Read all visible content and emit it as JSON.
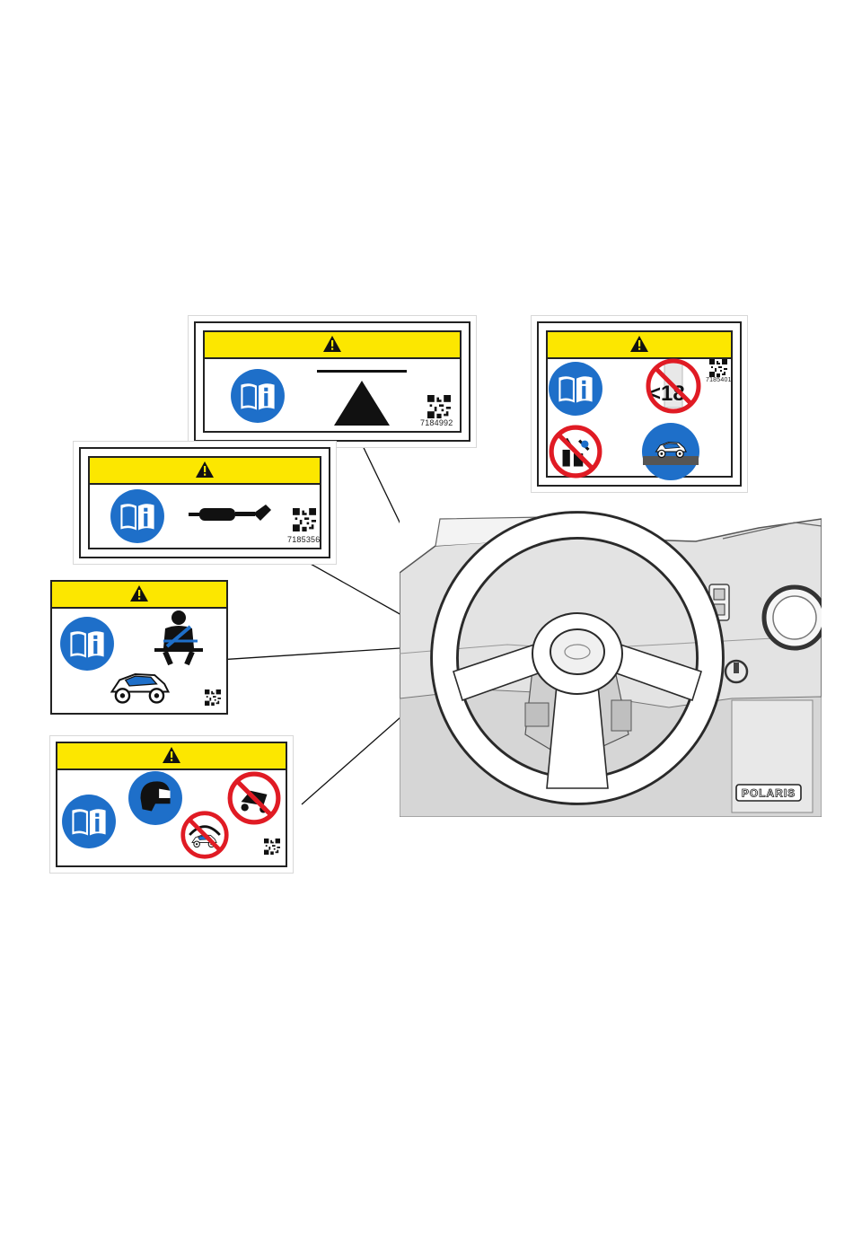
{
  "decals": [
    {
      "id": "top-center",
      "part_number": "7184992"
    },
    {
      "id": "top-right",
      "part_number": "7185401"
    },
    {
      "id": "middle-left",
      "part_number": "7185356"
    },
    {
      "id": "seatbelt",
      "part_number": ""
    },
    {
      "id": "helmet",
      "part_number": ""
    }
  ],
  "icons": {
    "manual": "info-manual-icon",
    "warning": "warning-triangle-icon",
    "weight": "max-weight-triangle-icon",
    "age": "no-under-18-icon",
    "no_alcohol": "no-drugs-alcohol-icon",
    "paved": "avoid-paved-surfaces-icon",
    "exhaust": "exhaust-muffler-icon",
    "seatbelt": "fasten-seatbelt-icon",
    "helmet": "wear-helmet-icon",
    "no_stunts": "no-stunts-icon",
    "no_passenger": "no-passenger-icon"
  },
  "age_limit_label": "<18",
  "brand_badge": "POLARIS",
  "colors": {
    "warning_yellow": "#fce700",
    "info_blue": "#1e6fc9",
    "prohibit_red": "#e01b24"
  }
}
